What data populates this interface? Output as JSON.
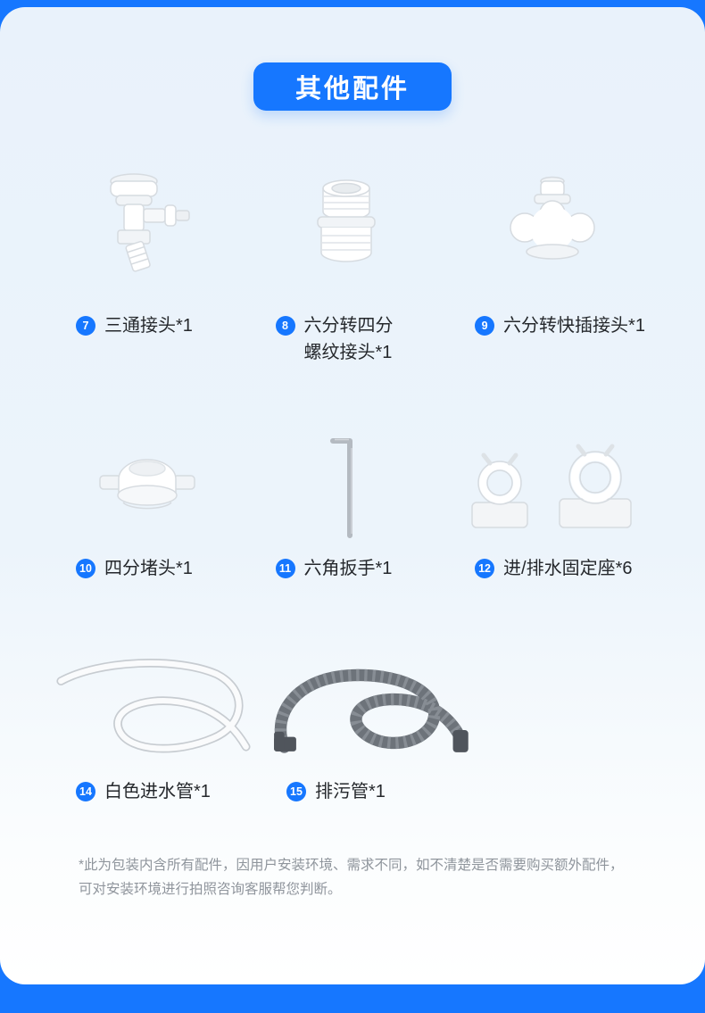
{
  "colors": {
    "accent": "#1677ff",
    "outer_background": "#1e7bfa",
    "panel_top": "#e9f2fb",
    "panel_bottom": "#ffffff",
    "label_text": "#25282c",
    "footnote_text": "#8f959c"
  },
  "section": {
    "title": "其他配件"
  },
  "items": [
    {
      "number": "7",
      "label": "三通接头*1",
      "icon": "tee-connector"
    },
    {
      "number": "8",
      "label": "六分转四分",
      "label2": "螺纹接头*1",
      "icon": "threaded-adapter"
    },
    {
      "number": "9",
      "label": "六分转快插接头*1",
      "icon": "quick-insert-adapter"
    },
    {
      "number": "10",
      "label": "四分堵头*1",
      "icon": "plug-cap"
    },
    {
      "number": "11",
      "label": "六角扳手*1",
      "icon": "hex-wrench"
    },
    {
      "number": "12",
      "label": "进/排水固定座*6",
      "icon": "fixing-clips"
    },
    {
      "number": "14",
      "label": "白色进水管*1",
      "icon": "white-inlet-tube"
    },
    {
      "number": "15",
      "label": "排污管*1",
      "icon": "drain-hose"
    }
  ],
  "footnote": {
    "line1": "*此为包装内含所有配件，因用户安装环境、需求不同，如不清楚是否需要购买额外配件，",
    "line2": "可对安装环境进行拍照咨询客服帮您判断。"
  }
}
